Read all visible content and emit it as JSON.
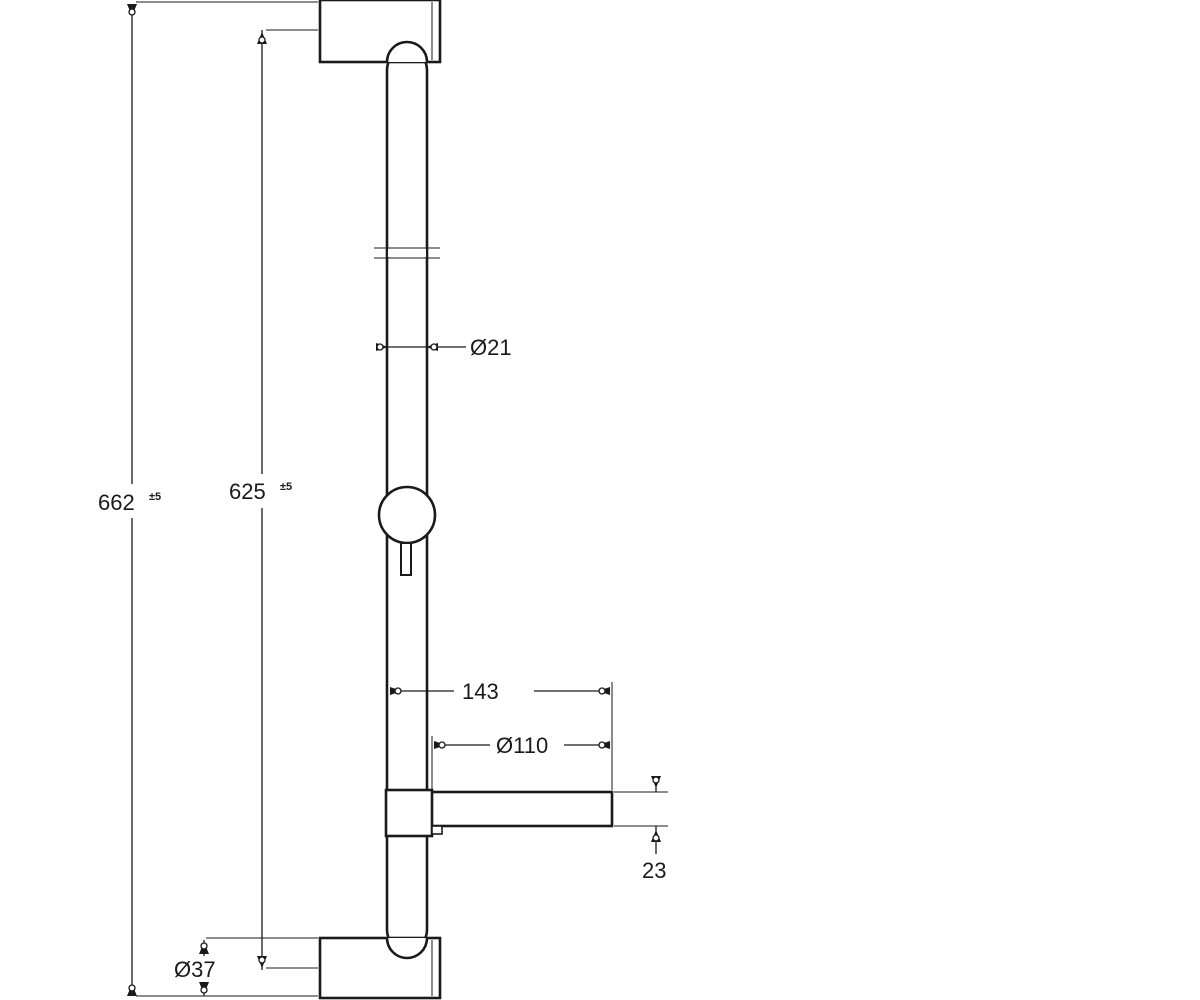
{
  "dimensions": {
    "overall_length": {
      "value": "662",
      "tolerance": "±5"
    },
    "bar_length": {
      "value": "625",
      "tolerance": "±5"
    },
    "bar_diameter": {
      "value": "Ø21"
    },
    "shelf_reach": {
      "value": "143"
    },
    "shelf_diameter": {
      "value": "Ø110"
    },
    "shelf_height": {
      "value": "23"
    },
    "bracket_diameter": {
      "value": "Ø37"
    }
  },
  "colors": {
    "line": "#1a1a1a",
    "background": "#ffffff"
  }
}
